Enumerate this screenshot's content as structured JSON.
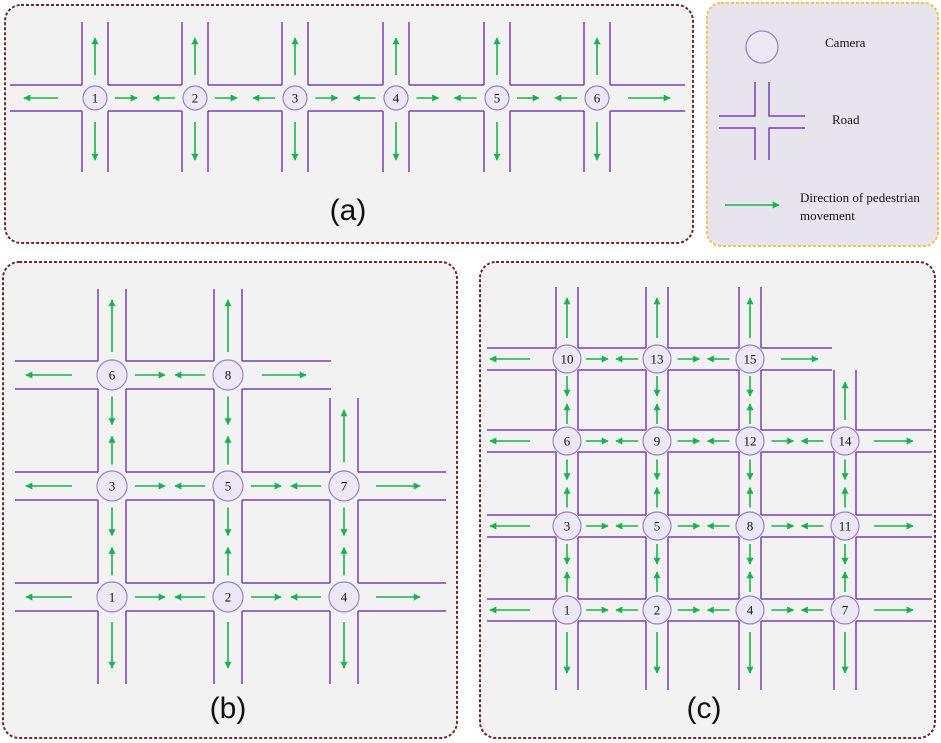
{
  "colors": {
    "road": "#7b3fb8",
    "arrow": "#1ab24e",
    "camera_stroke": "#9b7fcb",
    "camera_fill": "#ece8f3",
    "panel_border": "#6e2a2a",
    "panel_fill": "#f2f2f2",
    "legend_border": "#f2c14e",
    "legend_fill": "#e8e4ee"
  },
  "legend": {
    "camera": "Camera",
    "road": "Road",
    "direction_line1": "Direction of pedestrian",
    "direction_line2": "movement"
  },
  "panels": {
    "a": {
      "label": "(a)",
      "cameras": [
        "1",
        "2",
        "3",
        "4",
        "5",
        "6"
      ]
    },
    "b": {
      "label": "(b)",
      "cameras": [
        "6",
        "8",
        "3",
        "5",
        "7",
        "1",
        "2",
        "4"
      ]
    },
    "c": {
      "label": "(c)",
      "cameras": [
        "10",
        "13",
        "15",
        "6",
        "9",
        "12",
        "14",
        "3",
        "5",
        "8",
        "11",
        "1",
        "2",
        "4",
        "7"
      ]
    }
  }
}
